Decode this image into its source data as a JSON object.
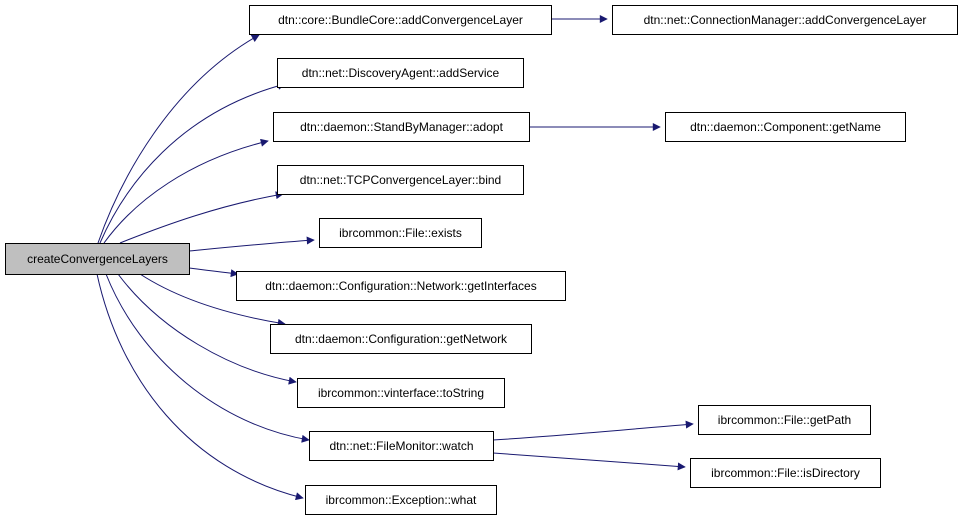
{
  "graph": {
    "colors": {
      "edge": "#191970",
      "node_border": "#000000",
      "node_fill": "#ffffff",
      "root_fill": "#bfbfbf",
      "background": "#ffffff"
    },
    "nodes": [
      {
        "id": "root",
        "label": "createConvergenceLayers",
        "root": true
      },
      {
        "id": "n1",
        "label": "dtn::core::BundleCore::addConvergenceLayer"
      },
      {
        "id": "n2",
        "label": "dtn::net::ConnectionManager::addConvergenceLayer"
      },
      {
        "id": "n3",
        "label": "dtn::net::DiscoveryAgent::addService"
      },
      {
        "id": "n4",
        "label": "dtn::daemon::StandByManager::adopt"
      },
      {
        "id": "n5",
        "label": "dtn::daemon::Component::getName"
      },
      {
        "id": "n6",
        "label": "dtn::net::TCPConvergenceLayer::bind"
      },
      {
        "id": "n7",
        "label": "ibrcommon::File::exists"
      },
      {
        "id": "n8",
        "label": "dtn::daemon::Configuration::Network::getInterfaces"
      },
      {
        "id": "n9",
        "label": "dtn::daemon::Configuration::getNetwork"
      },
      {
        "id": "n10",
        "label": "ibrcommon::vinterface::toString"
      },
      {
        "id": "n11",
        "label": "dtn::net::FileMonitor::watch"
      },
      {
        "id": "n12",
        "label": "ibrcommon::File::getPath"
      },
      {
        "id": "n13",
        "label": "ibrcommon::File::isDirectory"
      },
      {
        "id": "n14",
        "label": "ibrcommon::Exception::what"
      }
    ],
    "edges": [
      {
        "from": "root",
        "to": "n1"
      },
      {
        "from": "n1",
        "to": "n2"
      },
      {
        "from": "root",
        "to": "n3"
      },
      {
        "from": "root",
        "to": "n4"
      },
      {
        "from": "n4",
        "to": "n5"
      },
      {
        "from": "root",
        "to": "n6"
      },
      {
        "from": "root",
        "to": "n7"
      },
      {
        "from": "root",
        "to": "n8"
      },
      {
        "from": "root",
        "to": "n9"
      },
      {
        "from": "root",
        "to": "n10"
      },
      {
        "from": "root",
        "to": "n11"
      },
      {
        "from": "n11",
        "to": "n12"
      },
      {
        "from": "n11",
        "to": "n13"
      },
      {
        "from": "root",
        "to": "n14"
      }
    ]
  }
}
